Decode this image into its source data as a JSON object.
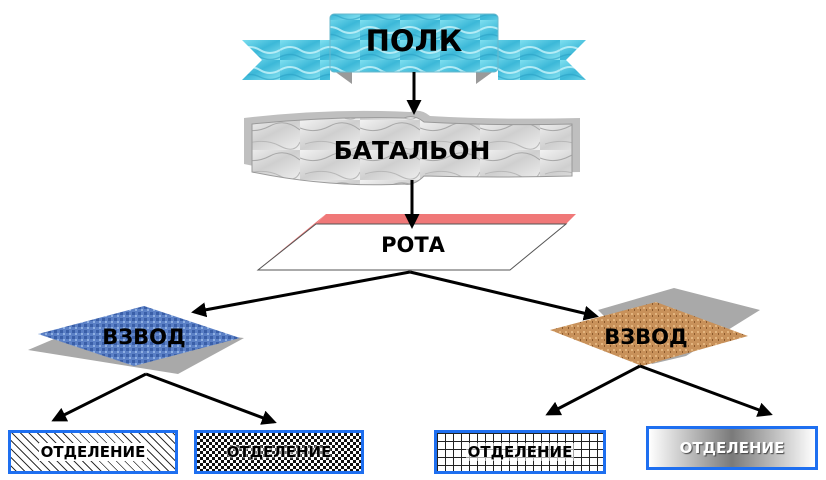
{
  "diagram": {
    "regiment": "ПОЛК",
    "battalion": "БАТАЛЬОН",
    "company": "РОТА",
    "platoons": [
      "ВЗВОД",
      "ВЗВОД"
    ],
    "squads": [
      "ОТДЕЛЕНИЕ",
      "ОТДЕЛЕНИЕ",
      "ОТДЕЛЕНИЕ",
      "ОТДЕЛЕНИЕ"
    ]
  },
  "colors": {
    "water": "#4cc8e0",
    "marble": "#d8d8d8",
    "company_edge": "#f07878",
    "platoon_left": "#5a7fc4",
    "platoon_right": "#c89058",
    "squad_border": "#1e6ff0",
    "shadow": "#a9a9a9"
  }
}
